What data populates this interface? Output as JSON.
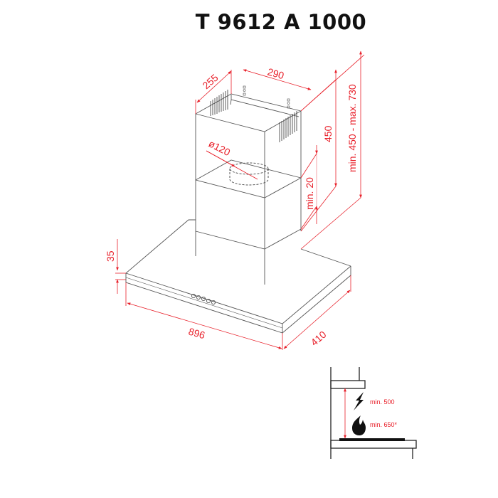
{
  "title": "T 9612 A 1000",
  "colors": {
    "dimension": "#e8202a",
    "outline": "#444444",
    "icon": "#111111"
  },
  "dimensions": {
    "chimney_depth": "255",
    "chimney_width": "290",
    "chimney_height": "450",
    "chimney_range": "min. 450 - max. 730",
    "duct_diameter": "ø120",
    "overlap": "min. 20",
    "canopy_thickness": "35",
    "canopy_width": "896",
    "canopy_depth": "410"
  },
  "installation": {
    "electric_label": "min. 500",
    "gas_label": "min. 650*",
    "electric_icon": "lightning-icon",
    "gas_icon": "flame-icon"
  },
  "control_buttons": 5
}
